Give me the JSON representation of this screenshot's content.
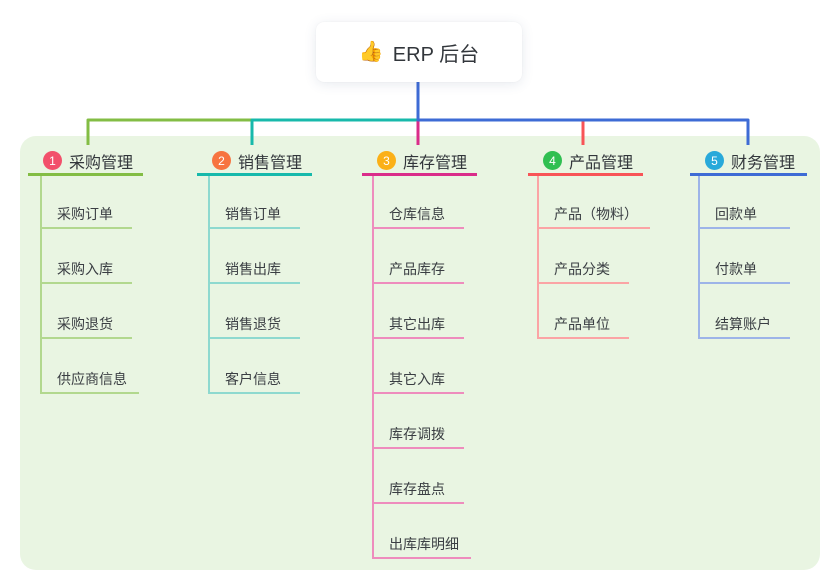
{
  "root": {
    "icon": "👍",
    "label": "ERP 后台"
  },
  "branches": [
    {
      "num": "1",
      "label": "采购管理",
      "badge_color": "#f2506b",
      "line_color": "#83bd44",
      "item_line_color": "#b2d88e",
      "items": [
        "采购订单",
        "采购入库",
        "采购退货",
        "供应商信息"
      ]
    },
    {
      "num": "2",
      "label": "销售管理",
      "badge_color": "#f77440",
      "line_color": "#17b9ab",
      "item_line_color": "#8ed9cf",
      "items": [
        "销售订单",
        "销售出库",
        "销售退货",
        "客户信息"
      ]
    },
    {
      "num": "3",
      "label": "库存管理",
      "badge_color": "#fbb017",
      "line_color": "#da2c8a",
      "item_line_color": "#ee8cbd",
      "items": [
        "仓库信息",
        "产品库存",
        "其它出库",
        "其它入库",
        "库存调拨",
        "库存盘点",
        "出库库明细"
      ]
    },
    {
      "num": "4",
      "label": "产品管理",
      "badge_color": "#30bf51",
      "line_color": "#f85457",
      "item_line_color": "#fba4a5",
      "items": [
        "产品（物料）",
        "产品分类",
        "产品单位"
      ]
    },
    {
      "num": "5",
      "label": "财务管理",
      "badge_color": "#28a9da",
      "line_color": "#3e6bd5",
      "item_line_color": "#9db4e8",
      "items": [
        "回款单",
        "付款单",
        "结算账户"
      ]
    }
  ],
  "colors": {
    "canvas_bg": "#ffffff",
    "panel_bg": "#e9f5e2",
    "text": "#32363b"
  }
}
